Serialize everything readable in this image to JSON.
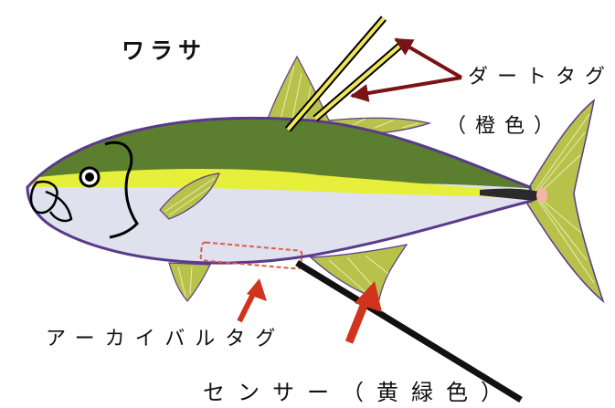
{
  "title": "ワラサ",
  "labels": {
    "dart_tag": "ダートタグ",
    "dart_tag_color": "（橙色）",
    "archival_tag": "アーカイバルタグ",
    "sensor": "センサー（黄緑色）"
  },
  "colors": {
    "body_dark": "#5b7f2e",
    "body_light": "#dfe1ee",
    "stripe": "#e6ef3a",
    "fin": "#b8c24a",
    "outline": "#5a3a8a",
    "dart_arrow": "#7a1414",
    "red_arrow": "#d0341c",
    "dart_tag": "#f1e65a",
    "sensor": "#111111",
    "archival_tag": "#e05a48"
  }
}
